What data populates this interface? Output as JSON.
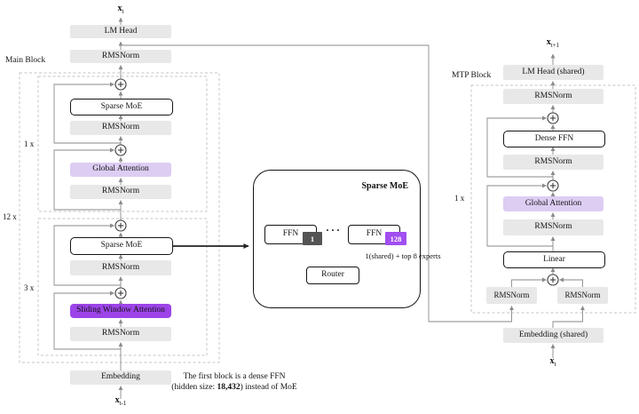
{
  "colors": {
    "gray_box": "#e8e8e8",
    "light_purple": "#ddcdf3",
    "bright_purple": "#9d44e8",
    "badge_dark": "#545454",
    "badge_purple": "#a14ef0"
  },
  "labels": {
    "main_block": "Main Block",
    "mtp_block": "MTP Block",
    "repeat_12": "12 x",
    "repeat_1": "1 x",
    "repeat_3": "3 x",
    "mtp_repeat_1": "1 x"
  },
  "io": {
    "x_base": "x",
    "sub_t": "t",
    "sub_t_minus_1": "t-1",
    "sub_t_plus_1": "t+1"
  },
  "boxes": {
    "lm_head": "LM Head",
    "rmsnorm": "RMSNorm",
    "sparse_moe": "Sparse MoE",
    "global_attention": "Global Attention",
    "sliding_window_attention": "Sliding Window Attention",
    "embedding": "Embedding",
    "lm_head_shared": "LM Head (shared)",
    "dense_ffn": "Dense FFN",
    "linear": "Linear",
    "embedding_shared": "Embedding (shared)"
  },
  "moe_detail": {
    "title": "Sparse MoE",
    "ffn": "FFN",
    "expert_first": "1",
    "expert_last": "128",
    "dots": "···",
    "router": "Router",
    "note": "1(shared) + top 8 experts"
  },
  "annotation": {
    "line1": "The first block is a dense FFN",
    "line2_prefix": "(hidden size: ",
    "line2_bold": "18,432",
    "line2_suffix": ") instead of MoE"
  }
}
